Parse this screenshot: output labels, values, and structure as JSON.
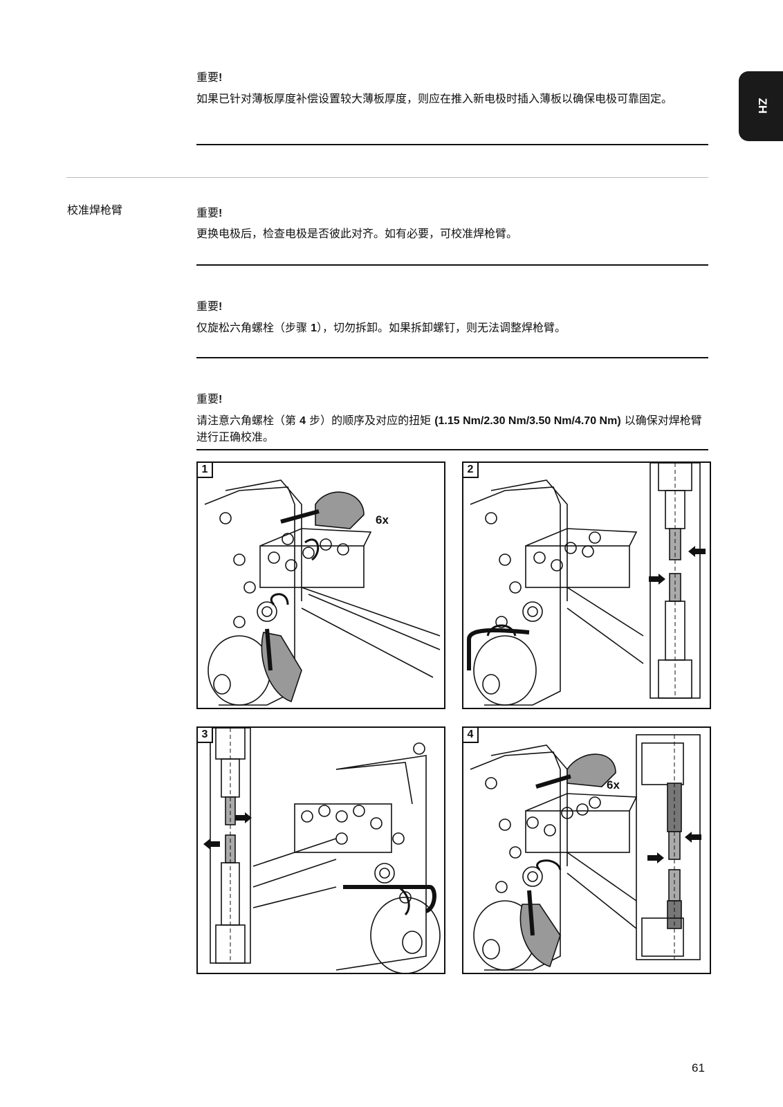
{
  "lang_tab": "ZH",
  "section_title": "校准焊枪臂",
  "notes": [
    {
      "heading": "重要",
      "bang": "!",
      "body": "如果已针对薄板厚度补偿设置较大薄板厚度，则应在推入新电极时插入薄板以确保电极可靠固定。"
    },
    {
      "heading": "重要",
      "bang": "!",
      "body": "更换电极后，检查电极是否彼此对齐。如有必要，可校准焊枪臂。"
    },
    {
      "heading": "重要",
      "bang": "!",
      "body_pre": "仅旋松六角螺栓（步骤 ",
      "body_bold": "1",
      "body_post": "），切勿拆卸。如果拆卸螺钉，则无法调整焊枪臂。"
    },
    {
      "heading": "重要",
      "bang": "!",
      "body_pre": "请注意六角螺栓（第 ",
      "body_bold": "4",
      "body_mid": " 步）的顺序及对应的扭矩 ",
      "body_bold2": "(1.15 Nm/2.30 Nm/3.50 Nm/4.70 Nm)",
      "body_post": " 以确保对焊枪臂进行正确校准。"
    }
  ],
  "figures": [
    {
      "step": "1",
      "count_label": "6x"
    },
    {
      "step": "2"
    },
    {
      "step": "3"
    },
    {
      "step": "4",
      "count_label": "6x"
    }
  ],
  "page_number": "61"
}
